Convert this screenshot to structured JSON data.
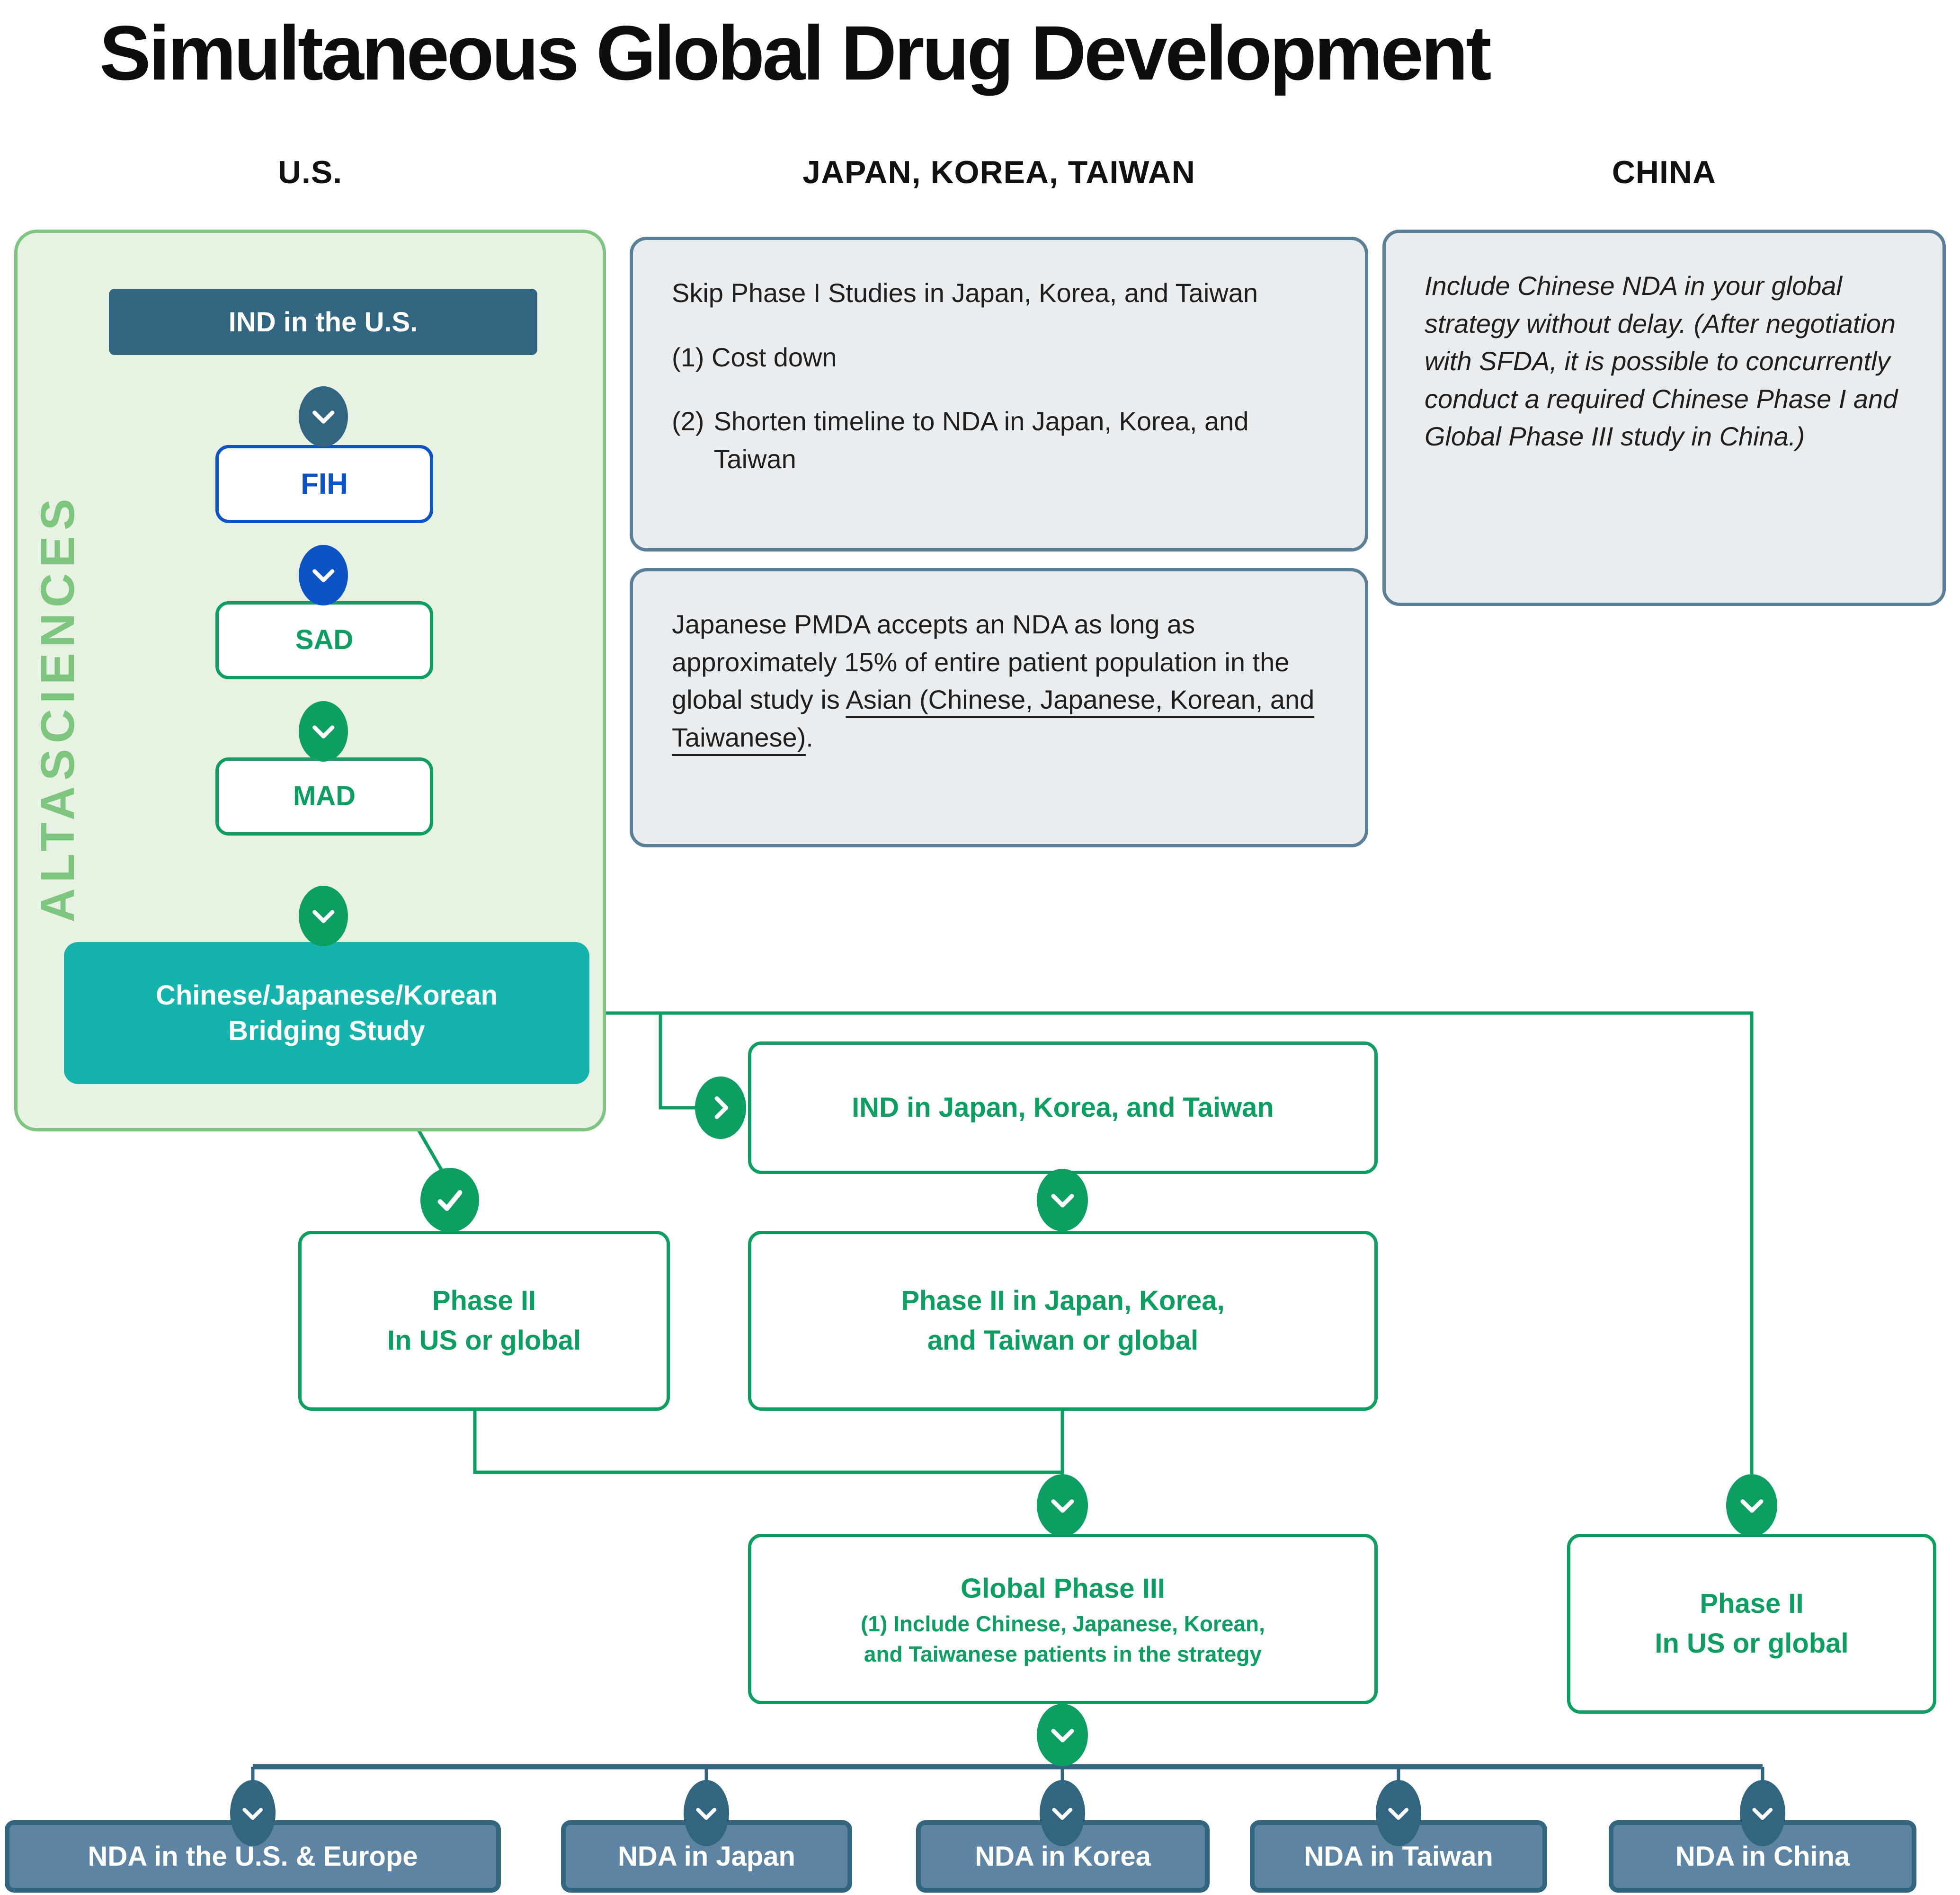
{
  "title": "Simultaneous Global Drug Development",
  "columns": {
    "us": "U.S.",
    "jkt": "JAPAN, KOREA, TAIWAN",
    "china": "CHINA"
  },
  "watermark": "ALTASCIENCES",
  "us_flow": {
    "ind": "IND in the U.S.",
    "fih": "FIH",
    "sad": "SAD",
    "mad": "MAD",
    "bridging_line1": "Chinese/Japanese/Korean",
    "bridging_line2": "Bridging Study"
  },
  "info_boxes": {
    "skip": {
      "para1": "Skip Phase I Studies in Japan, Korea, and Taiwan",
      "para2": "(1) Cost down",
      "para3_num": "(2)",
      "para3_text": "Shorten timeline to NDA in Japan, Korea, and Taiwan"
    },
    "pmda": {
      "text_before": "Japanese PMDA accepts an NDA as long as approximately 15% of entire patient population in the global study is ",
      "text_underlined": "Asian (Chinese, Japanese, Korean, and Taiwanese)",
      "text_after": "."
    },
    "china_note": "Include Chinese NDA in your global strategy without delay. (After negotiation with SFDA, it is possible to concurrently conduct a required Chinese Phase I and Global Phase III study in China.)"
  },
  "mid_flow": {
    "ind_jkt": "IND in Japan, Korea, and Taiwan",
    "phase2_us_line1": "Phase II",
    "phase2_us_line2": "In US or global",
    "phase2_jkt_line1": "Phase II in Japan, Korea,",
    "phase2_jkt_line2": "and Taiwan or global",
    "global_p3_title": "Global Phase III",
    "global_p3_caption_line1": "(1) Include Chinese, Japanese, Korean,",
    "global_p3_caption_line2": "and Taiwanese patients in the strategy",
    "phase2_china_line1": "Phase II",
    "phase2_china_line2": "In US or global"
  },
  "nda_row": [
    "NDA in the U.S. & Europe",
    "NDA in Japan",
    "NDA in Korea",
    "NDA in Taiwan",
    "NDA in China"
  ],
  "colors": {
    "green": "#0d9e62",
    "teal": "#14b3ab",
    "blue": "#0c53c6",
    "slate": "#316580",
    "slate_fill": "#5d84a2",
    "panel_green_bg": "#e7f2e3",
    "panel_green_border": "#7ec57f",
    "gray_box_bg": "#e9edf0",
    "gray_box_border": "#5b7f96"
  }
}
